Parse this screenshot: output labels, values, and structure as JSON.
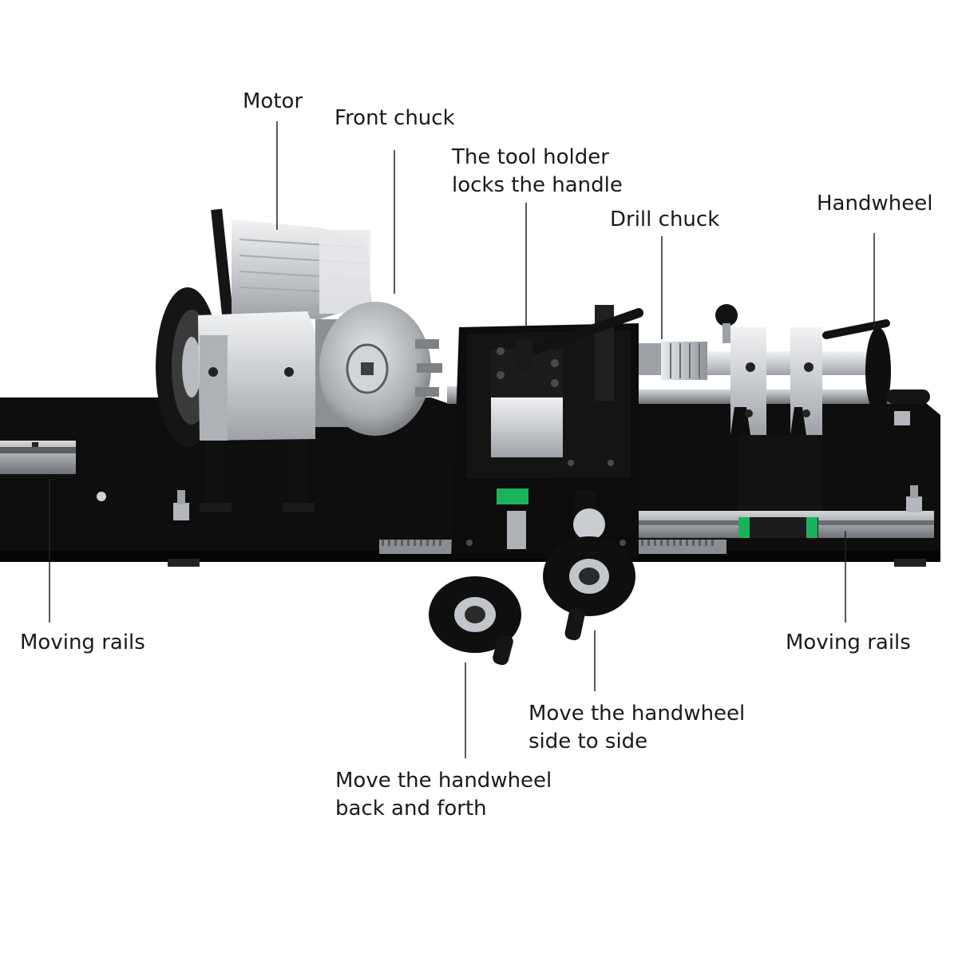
{
  "labels": {
    "motor": "Motor",
    "front_chuck": "Front chuck",
    "tool_holder": [
      "The tool holder",
      "locks the handle"
    ],
    "drill_chuck": "Drill chuck",
    "handwheel": "Handwheel",
    "moving_rails_left": "Moving rails",
    "moving_rails_right": "Moving rails",
    "handwheel_side": [
      "Move the handwheel",
      "side to side"
    ],
    "handwheel_back": [
      "Move the handwheel",
      "back and forth"
    ]
  },
  "colors": {
    "background": "#ffffff",
    "bed": "#0d0d0d",
    "aluminum": "#c9ccd0",
    "steel": "#a9adb2",
    "rail": "#8e9296",
    "guide_green": "#19b35a",
    "leader": "#222222",
    "text": "#1a1a1a"
  }
}
